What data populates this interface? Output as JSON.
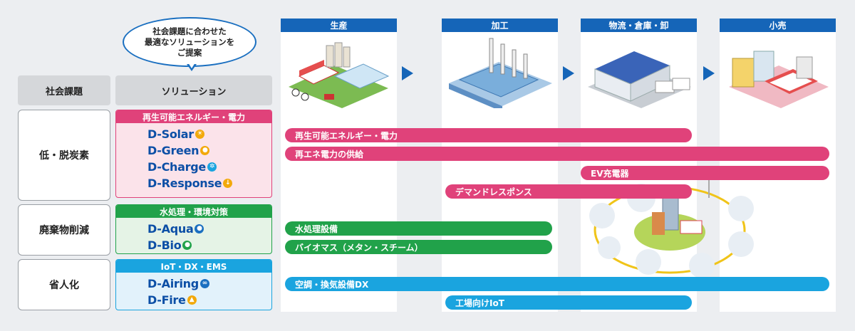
{
  "callout": {
    "lines": [
      "社会課題に合わせた",
      "最適なソリューションを",
      "ご提案"
    ]
  },
  "headers": {
    "issues": "社会課題",
    "solutions": "ソリューション"
  },
  "issues": [
    "低・脱炭素",
    "廃棄物削減",
    "省人化"
  ],
  "solution_groups": [
    {
      "title": "再生可能エネルギー・電力",
      "products": [
        "D-Solar",
        "D-Green",
        "D-Charge",
        "D-Response"
      ]
    },
    {
      "title": "水処理・環境対策",
      "products": [
        "D-Aqua",
        "D-Bio"
      ]
    },
    {
      "title": "IoT・DX・EMS",
      "products": [
        "D-Airing",
        "D-Fire"
      ]
    }
  ],
  "stages": [
    "生産",
    "加工",
    "物流・倉庫・卸",
    "小売"
  ],
  "bars": [
    "再生可能エネルギー・電力",
    "再エネ電力の供給",
    "EV充電器",
    "デマンドレスポンス",
    "水処理設備",
    "バイオマス（メタン・スチーム）",
    "空調・換気設備DX",
    "工場向けIoT"
  ],
  "colors": {
    "pink": "#e0427a",
    "green": "#21a24a",
    "blue": "#1aa4df",
    "brand": "#1565b8"
  }
}
